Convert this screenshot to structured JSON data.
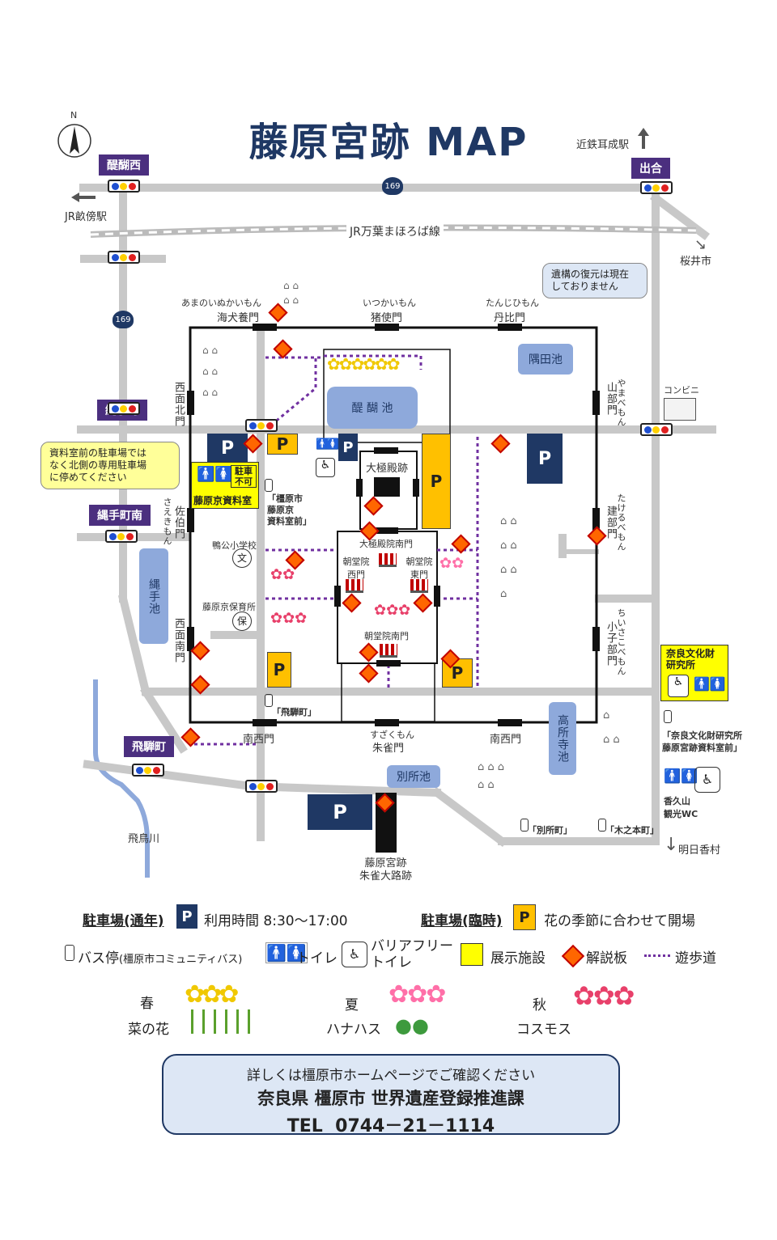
{
  "title": "藤原宮跡 MAP",
  "compass": "N",
  "roads": {
    "route_169": "169",
    "jr_line": "JR万葉まほろば線"
  },
  "intersections": {
    "daigo_nishi": "醍醐西",
    "deai": "出合",
    "nawate": "縄手町",
    "nawate_minami": "縄手町南",
    "hida": "飛騨町"
  },
  "directions": {
    "kintetsu_miminashi": "近鉄耳成駅",
    "jr_unebi": "JR畝傍駅",
    "sakurai": "桜井市",
    "asuka": "明日香村"
  },
  "gates": {
    "amainuka_kana": "あまのいぬかいもん",
    "amainuka": "海犬養門",
    "ikai_kana": "いつかいもん",
    "ikai": "猪使門",
    "tanhi_kana": "たんじひもん",
    "tanhi": "丹比門",
    "yamabe": "山部門",
    "yamabe_kana": "やまべもん",
    "takerube": "建部門",
    "takerube_kana": "たけるべもん",
    "chiisakobe": "小子部門",
    "chiisakobe_kana": "ちいさこべもん",
    "nishi_hoku": "西面北門",
    "saeki": "佐伯門",
    "saeki_kana": "さえきもん",
    "nishi_nan": "西面南門",
    "nansei_w": "南西門",
    "suzaku_kana": "すざくもん",
    "suzaku": "朱雀門",
    "nansei_e": "南西門"
  },
  "ponds": {
    "kumeda": "隅田池",
    "daigo": "醍 醐 池",
    "nawate": "縄手池",
    "takatokoroji": "高所寺池",
    "bessho": "別所池"
  },
  "sites": {
    "daigokuden": "大極殿跡",
    "daigokuden_nanmon": "大極殿院南門",
    "chodoin_nishi": "朝堂院西門",
    "chodoin_higashi": "朝堂院東門",
    "chodoin_nanmon": "朝堂院南門",
    "kamo_school": "鴨公小学校",
    "hoikusho": "藤原京保育所",
    "school_mark": "文",
    "hoiku_mark": "保",
    "convenience": "コンビニ",
    "suzaku_road": "藤原宮跡\n朱雀大路跡",
    "asuka_river": "飛鳥川",
    "museum": "藤原京資料室",
    "no_parking": "駐車\n不可",
    "nara_lab": "奈良文化財\n研究所",
    "kaguyama_wc": "香久山\n観光WC"
  },
  "bus_stops": {
    "shiryoshitsu": "「橿原市\n藤原京\n資料室前」",
    "hida": "「飛騨町」",
    "nabunken": "「奈良文化財研究所\n藤原宮跡資料室前」",
    "bessho": "「別所町」",
    "kinomoto": "「木之本町」"
  },
  "callouts": {
    "parking_note": "資料室前の駐車場では\nなく北側の専用駐車場\nに停めてください",
    "restoration_note": "遺構の復元は現在\nしておりません"
  },
  "legend": {
    "parking_year": "駐車場(通年)",
    "parking_year_desc": "利用時間 8:30～17:00",
    "parking_temp": "駐車場(臨時)",
    "parking_temp_desc": "花の季節に合わせて開場",
    "bus": "バス停",
    "bus_sub": "(橿原市コミュニティバス)",
    "toilet": "トイレ",
    "barrierfree": "バリアフリー\nトイレ",
    "exhibit": "展示施設",
    "panel": "解説板",
    "walkway": "遊歩道",
    "p_mark": "P",
    "wc_mark": "WC"
  },
  "seasons": [
    {
      "season": "春",
      "flower": "菜の花"
    },
    {
      "season": "夏",
      "flower": "ハナハス"
    },
    {
      "season": "秋",
      "flower": "コスモス"
    }
  ],
  "footer": {
    "line1": "詳しくは橿原市ホームページでご確認ください",
    "line2": "奈良県 橿原市 世界遺産登録推進課",
    "line3": "TEL  0744－21－1114"
  },
  "colors": {
    "navy": "#1f3864",
    "gold": "#ffc000",
    "purple": "#4b2f7f",
    "road": "#c8c8c8",
    "pond": "#8ea9db",
    "panel": "#ff6600",
    "walkway": "#7030a0"
  }
}
